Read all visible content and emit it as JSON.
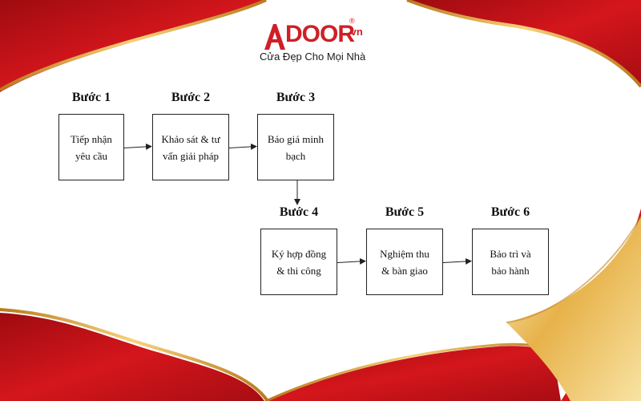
{
  "brand": {
    "logo_text": "DOOR",
    "domain_suffix": ".vn",
    "registered": "®",
    "slogan": "Cửa Đẹp Cho Mọi Nhà",
    "colors": {
      "brand_red": "#cf1f26",
      "gold": "#e0a43a"
    }
  },
  "steps": [
    {
      "label": "Bước 1",
      "lines": [
        "Tiếp nhận",
        "yêu cầu"
      ]
    },
    {
      "label": "Bước 2",
      "lines": [
        "Khảo sát & tư",
        "vấn giải pháp"
      ]
    },
    {
      "label": "Bước 3",
      "lines": [
        "Báo giá minh",
        "bạch"
      ]
    },
    {
      "label": "Bước 4",
      "lines": [
        "Ký hợp đồng",
        "& thi công"
      ]
    },
    {
      "label": "Bước 5",
      "lines": [
        "Nghiệm thu",
        "& bàn giao"
      ]
    },
    {
      "label": "Bước 6",
      "lines": [
        "Bảo trì và",
        "bảo hành"
      ]
    }
  ],
  "flow": [
    [
      0,
      1
    ],
    [
      1,
      2
    ],
    [
      2,
      3
    ],
    [
      3,
      4
    ],
    [
      4,
      5
    ]
  ]
}
